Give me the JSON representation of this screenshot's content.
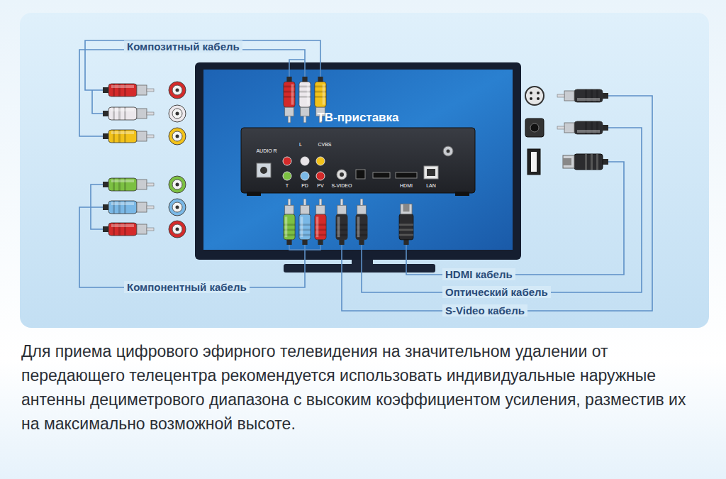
{
  "diagram": {
    "caption": "Для приема цифрового эфирного телевидения на значительном удалении от передающего телецентра рекомендуется использовать индивидуальные наружные антенны дециметрового диапазона с высоким коэффициентом усиления, разместив их на максимально возможной высоте.",
    "labels": [
      "Композитный кабель",
      "ТВ-приставка",
      "AUDIO R",
      "L",
      "CVBS",
      "T",
      "PD",
      "PV",
      "S-VIDEO",
      "HDMI",
      "LAN",
      "Компонентный кабель",
      "HDMI кабель",
      "Оптический кабель",
      "S-Video кабель"
    ]
  }
}
